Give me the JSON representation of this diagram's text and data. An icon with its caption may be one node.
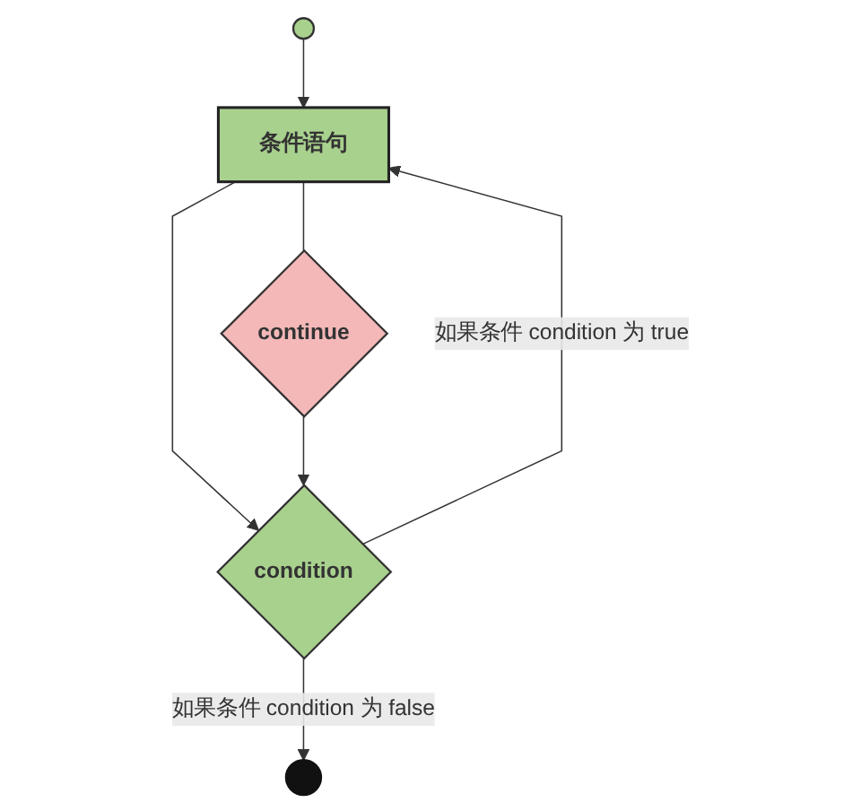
{
  "diagram": {
    "nodes": [
      {
        "text": [],
        "shape": "circle"
      },
      {
        "text": [
          "条件语句"
        ]
      },
      {
        "text": [
          "continue"
        ]
      },
      {
        "text": [
          "condition"
        ]
      },
      {
        "text": [],
        "shape": "circle"
      }
    ],
    "edges": [
      {
        "from": 0,
        "to": 1,
        "arrow": "to"
      },
      {
        "from": 1,
        "to": 3,
        "arrow": "to"
      },
      {
        "from": 1,
        "to": 2,
        "arrow": "none"
      },
      {
        "from": 2,
        "to": 3,
        "arrow": "to"
      },
      {
        "from": 3,
        "to": 1,
        "arrow": "to",
        "label": "如果条件 condition 为 true"
      },
      {
        "from": 3,
        "to": 4,
        "arrow": "to",
        "label": "如果条件 condition 为 false"
      }
    ]
  }
}
